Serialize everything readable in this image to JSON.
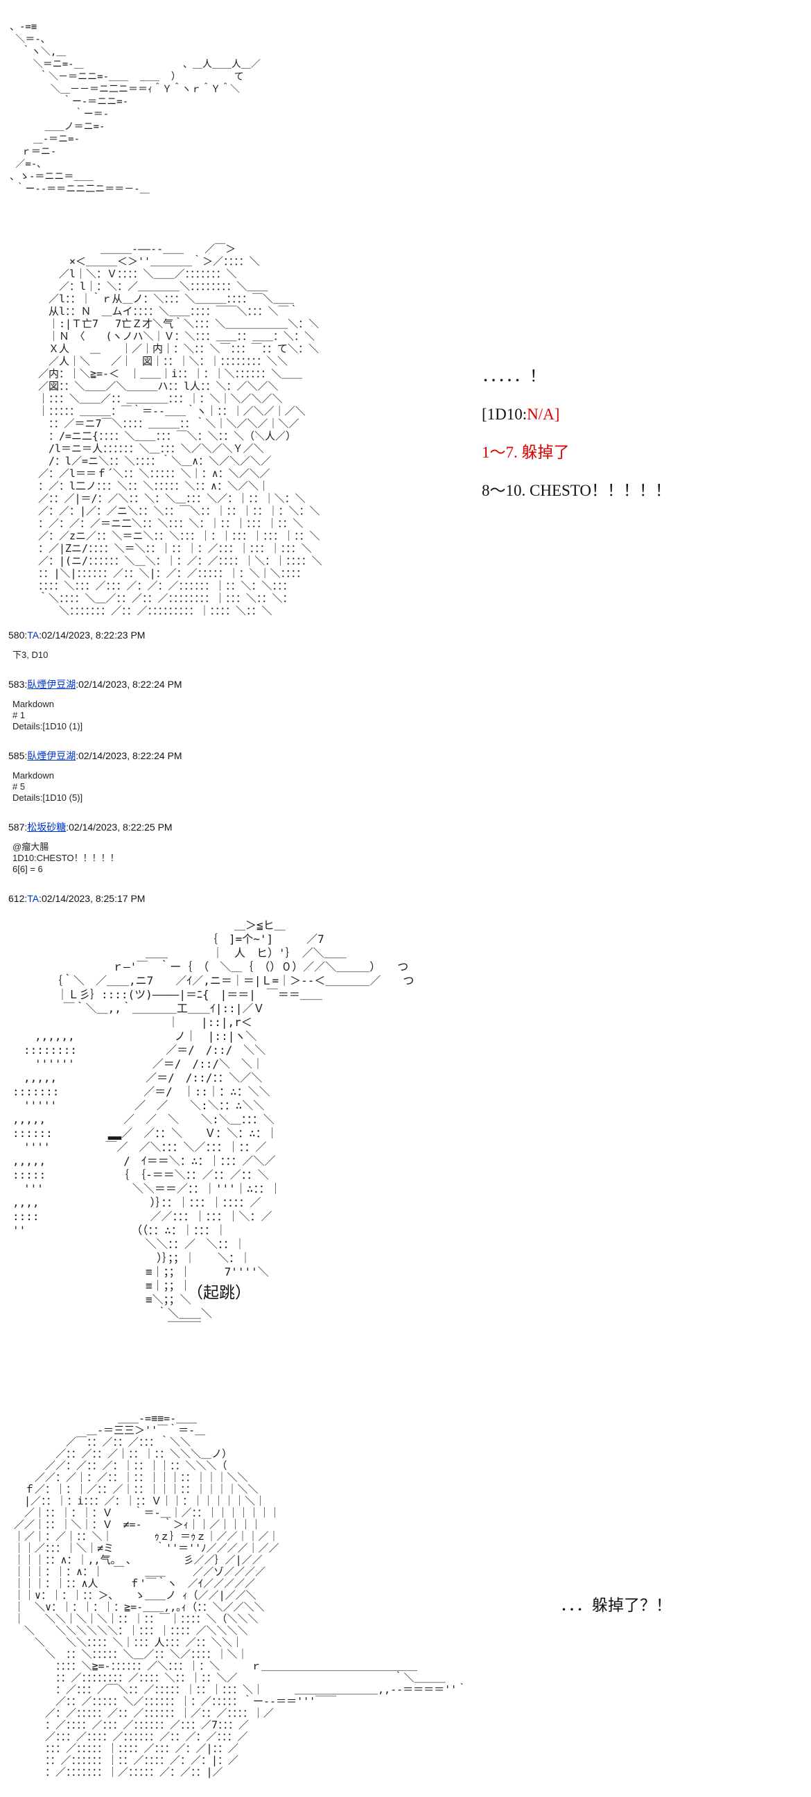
{
  "colors": {
    "bg": "#ffffff",
    "text": "#111111",
    "link": "#0033cc",
    "red": "#dd0000"
  },
  "dice_panel": {
    "ellipsis": "．．．．．！",
    "roll_prefix": "[1D10:",
    "roll_value": "N/A]",
    "option_low": "1～7. 躲掉了",
    "option_high": "8～10. CHESTO！！！！！"
  },
  "captions": {
    "jump": "（起跳）",
    "dodge": "．．．躲掉了？！"
  },
  "posts": [
    {
      "number": "580:",
      "author": "TA",
      "sep": ":",
      "time": "02/14/2023, 8:22:23 PM",
      "body": [
        "下3, D10"
      ]
    },
    {
      "number": "583:",
      "author": "臥煙伊豆湖",
      "sep": ":",
      "time": "02/14/2023, 8:22:24 PM",
      "body": [
        "Markdown",
        "# 1",
        "Details:[1D10 (1)]"
      ]
    },
    {
      "number": "585:",
      "author": "臥煙伊豆湖",
      "sep": ":",
      "time": "02/14/2023, 8:22:24 PM",
      "body": [
        "Markdown",
        "# 5",
        "Details:[1D10 (5)]"
      ]
    },
    {
      "number": "587:",
      "author": "松坂砂糖",
      "sep": ":",
      "time": "02/14/2023, 8:22:25 PM",
      "body": [
        "@瘤大腸",
        "1D10:CHESTO！！！！！",
        "6[6] = 6"
      ]
    },
    {
      "number": "612:",
      "author": "TA",
      "sep": ":",
      "time": "02/14/2023, 8:25:17 PM",
      "body": []
    }
  ],
  "aa": {
    "impact_lines": [
      "、-=≡",
      " ＼＝-､",
      "  ｀ヽ＼,＿",
      "    ＼＝ニ=-＿                 、＿人＿＿人＿／",
      "     ｀＼－＝ニニ=-＿＿  ＿＿  ）　　　　　　て",
      "       ＼＿－－＝ニ二ニ＝＝ｨ＾Ｙ＾ヽｒ＾Ｙ＾＼",
      "         ｀ー-＝ニニ=-",
      "           ｀ー＝-",
      "      ＿＿ノ＝ニ=-",
      "    ＿-＝ニ=-",
      "  ｒ＝ニ-",
      " ／=-､",
      "、ゝ-＝ニニ＝＿＿",
      " ｀ー--＝＝ニニ二ニ＝＝－-＿",
      ""
    ],
    "surprised_girl": [
      "　　　　　　＿＿＿-――--＿＿　　／￣＞",
      "　　　×＜＿＿＿＜＞''＿＿＿＿｀＞／：：：：＼",
      "　　／l｜＼：Ｖ：：：：＼＿＿／：：：：：：：＼",
      "　　／：l｜：＼：／＿＿＿＿＼：：：：：：：：＼＿＿",
      "　／l：：｜｀ｒ从＿ノ：＼：：：＼＿＿＿：：：：￣＼＿＿",
      "　从l：：Ｎ　＿ムイ：：：：＼＿＿：：：：￣￣＼：：：＼￣｀",
      "　｜:|Ｔ亡7　 7亡Ｚ才＼气｀＼：：：＼＿＿＿＿＿＿＼：＼",
      "　｜Ｎ　〈　　(ヽノハ＼｜Ｖ：＼：：：＿＿：：＿＿：＼：＼",
      "　Ｘ人　　＿　　｜／｜内｜：＼：：＼￣：：：￣：：て＼：＼",
      "　／人｜＼　　／｜　図｜：：｜＼：｜：：：：：：：：＼＼",
      "／内：｜＼≧=-＜　｜＿＿｜i：：｜：｜＼：：：：：：＼＿＿",
      "／図：：＼＿＿／＼＿＿＿ハ：：l人：：＼：／＼／＼",
      "｜：：：＼＿＿／：：＿＿＿＿：：：｜：＼｜＼／＼／＼",
      "｜：：：：：＿＿＿：￣｀＝--＿＿｀ヽ｜：：｜／＼／｜／＼",
      "　：：／＝ニ7￣＼：：：：＿＿＿：：｀＼｜＼／＼／｜＼／",
      "　：/=ニ二{：：：：＼＿＿：：：￣＼：＼：：＼（＼人／）",
      "　/l＝ニ＝人：：：：：：＼＿：：：＼／＼／＼Ｙ／＼",
      "　/：l／=ニ＼：：＼：：：：｀＼＿∧：＼／＼／＼／",
      "／：／l＝＝ｆ´＼：：＼：：：：：＼｜：∧：＼／＼／",
      "：／：l二ノ：：：＼：：＼：：：：：＼：：∧：＼／＼｜",
      "／：：／|＝/：／＼：：＼：＼＿：：：＼／：｜：：｜＼：＼",
      "／：／：|／：／ニ＼：：＼：：￣＼：：｜：：｜：：｜：＼：＼",
      "：／：／：／＝ニ二＼：：＼：：：＼：｜：：｜：：：｜：：＼",
      "／：／zニ／：：＼＝ニ＼：：＼：：：｜：｜：：：｜：：：｜：：＼",
      "：／|Zニ/：：：：＼＝＼：：｜：：｜：／：：：｜：：：｜：：：＼",
      "／：|(ニ/：：：：：：＼＿＼：｜：／：／：：：：｜＼：｜：：：：＼",
      "：：|＼|：：：：：：／：：＼|：／：／：：：：：｜：＼｜＼：：：：",
      "：：：：＼：：：／：：：／：／：／：：：：：：｜：：＼：＼：：：",
      "｀＼：：：：＼＿／：：／：：／：：：：：：：：｜：：：＼：：＼：",
      "　　＼：：：：：：：／：：／：：：：：：：：：｜：：：：＼：：＼"
    ],
    "jumping_figure": [
      "　　　　　　　　　　　　　　　　　　　　＿＞≦ヒ＿",
      "　　　　　　　　　　　　　　　　　　｛　]=个~']　　　／7",
      "　　　　　　　　　　　　＿＿　　　　｜　人　ヒ）'｝　／＼＿＿",
      "　　　　　　　　　ｒ―'￣　｀ー｛　（　＼＿｛　（）０）／／＼＿＿＿）　　つ",
      "　　　　｛｀＼　／＿＿,ニ7　　／ｲ／,ニ＝｜＝|Ｌ=｜＞--＜＿＿＿＿／　　つ",
      "　　　　｜Ｌ彡｝::::(ツ)――――|＝ﾆ{　|＝＝|　￣＝＝＿＿",
      "　　　　 ￣｀＼＿,,｀＿＿＿＿工＿＿ｲ|::|／Ｖ",
      "　　　　　　　　　　　　　　｜　　|::|,r＜",
      "　　,,,,,,　　　　　　　　　ノ｜　|::|ヽ＼",
      "　::::::::　　　　　　　　／＝/　/::/　＼＼",
      "　　''''''　　　　　　　／＝/　/::/＼　＼｜",
      "　,,,,,　　　　　　　　／＝/　/::/：：＼／＼",
      ":::::::　　　　　　　 ／＝/　｜::｜：∴：＼＼",
      "　'''''　　　　　　　／　／　　＼:＼：：∴＼＼",
      ",,,,,　　　　　　　／　／　＼　　＼:＼＿：：：＼",
      "::::::　　　　　▂▂／　／：：＼　　Ｖ：＼：∴：｜",
      "　''''　　　　　￣／　／＼：：：＼／：：：｜：：／",
      ",,,,,　　　　　　　/　ｲ＝＝＼：∴：｜：：：／＼／",
      ":::::　　　　　　　｛　｛-＝＝＼：：／：：／：：＼",
      "　'''　　　　　　　　＼＼＝＝／：：｜'''｜∴：：｜",
      ",,,,　　　　　　　　　　）｝：：｜：：：｜：：：：／",
      "::::　　　　　　　　　　／／：：：｜：：：｜＼：／",
      "''　　　　　　　　　　（（：：∴：｜：：：｜",
      "　　　　　　　　　　　　＼＼：：／　＼：：｜",
      "　　　　　　　　　　　　　）｝；；｜　　＼：｜",
      "　　　　　　　　　　　　≡｜；；｜　　　7''''＼",
      "　　　　　　　　　　　　≡｜；；｜",
      "　　　　　　　　　　　　≡＼；；＼",
      "　　　　　　　　　　　　　｀＼＿＿＼",
      "　　　　　　　　　　　　　　￣￣￣"
    ],
    "dodging_girl": [
      "　　　　　　　　　　＿＿-=≡≡=-＿＿",
      "　　　　　　　＿-＝三三＞''￣｀＝-＿",
      "　　　　　／￣：：／：：／：：：｀＼＼",
      "　　　　／：：／：：／｜：：｜：：＼＼＼＿ノ）",
      "　　　／／：／：：／：｜：：｜｜：：＼＼＼（",
      "　　／／：／｜：／：：｜：：｜｜｜：：｜｜｜＼＼",
      "　ｆ／：｜：｜／：：／｜：：｜｜｜：：｜｜｜｜＼＼",
      "　|／：：｜：i：：：／：｜：：Ｖ｜｜：｜｜｜｜｜＼｜",
      "　／｜：：｜：｜：Ｖ　　｀＝-＿｜／：：｜｜｜｜｜｜｜",
      "／／｜：：｜＼｜：Ｖ　≠=-　　｀＞ｨ｜｜／｜｜｜｜",
      "｜／｜：／｜：：＼｜　　　　ｩｚ｝＝ｩｚ｜／／｜｜／｜",
      "｜｜／：：：｜＼｜≠ミ　　　　｀''＝''ﾉ／／／／｜／／",
      "｜｜｜：：∧：｜,,气｡　､　　　　　彡／／｝／|／／",
      "｜｜｜：｜：∧：｜　￣　　＿＿　　 ／／ゾ／／／／",
      "｜｜｜：｜：：∧人　　　ｆ'￣｀ヽ　／ｲ／／／／／",
      "｜｜∨：｜：｜：：＞､　　ゝ＿＿ノ ｨ（／／|／／＼",
      "｜　＼∨：｜：｜：｜：≧=-＿＿,,｡ｨ（：：＼／／＼＼",
      "｜　　＼＼｜＼｜＼｜：：｜：：￣｜：：：：＼（＼＼＼",
      "　＼　　＼＼＼＼＼＼：｜：：：｜：：：：／＼＼＼＼",
      "　　＼　　＼＼：：：：＼｜：：：人：：：／：：＼＼｜",
      "　　　＼　：：＼：：：：：＼＿／：：＼／：：：：｜＼｜",
      "　　　　：：：：＼≧=-：：：：：：／＼：：：｜：＼　　　ｒ＿＿＿＿＿＿＿＿＿＿＿＿＿＿＿",
      "　　　　：：／：：：：：：：：／：：：：＼：：｜：：＼／　　　　　　　　　　　　　　　｀＼＿＿＿",
      "　　　　：／：：：／￣＼：：／：：：：：｜：：｜：：：＼｜　　　＿＿＿＿＿＿＿＿,,--＝＝＝＝''｀",
      "　　　　／：：／：：：：：＼／：：：：：：｜：／：：：：：｀ー--＝＝'''￣￣",
      "　　　／：／：：：：：／：：／：：：：：：｜／：：／：：：：｜／",
      "　　　：／：：：：／：：：／：：：：：：／：：：／7：：：／",
      "　　　／：：：／：：：：／：：：：：：／：：／：／：：：／",
      "　　　：：：／：：：：：｜：：：：／：：：／：／|：：／",
      "　　　：：／：：：：：：｜：：／：：：：／：／：|：／",
      "　　　：／：：：：：：：｜／：：：：：／：／：：|／"
    ]
  }
}
